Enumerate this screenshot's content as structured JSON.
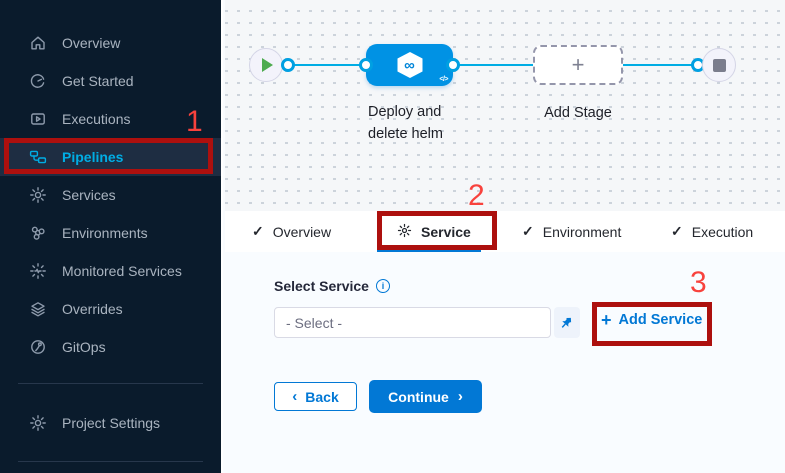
{
  "colors": {
    "sidebar_bg": "#0a1b2c",
    "sidebar_active_text": "#00ade4",
    "primary_blue": "#0278d5",
    "stage_node_blue": "#0092e4",
    "flow_line": "#00ade4",
    "annotation_red": "#ad100e",
    "annotation_number_red": "#f8423d",
    "play_green": "#4dab4f"
  },
  "sidebar": {
    "items": [
      {
        "label": "Overview",
        "icon": "home-icon",
        "active": false
      },
      {
        "label": "Get Started",
        "icon": "get-started-icon",
        "active": false
      },
      {
        "label": "Executions",
        "icon": "executions-icon",
        "active": false
      },
      {
        "label": "Pipelines",
        "icon": "pipelines-icon",
        "active": true
      },
      {
        "label": "Services",
        "icon": "services-icon",
        "active": false
      },
      {
        "label": "Environments",
        "icon": "environments-icon",
        "active": false
      },
      {
        "label": "Monitored Services",
        "icon": "monitored-services-icon",
        "active": false
      },
      {
        "label": "Overrides",
        "icon": "overrides-icon",
        "active": false
      },
      {
        "label": "GitOps",
        "icon": "gitops-icon",
        "active": false
      }
    ],
    "footer_item": {
      "label": "Project Settings",
      "icon": "gear-icon"
    }
  },
  "pipeline": {
    "stage_label": "Deploy and delete helm",
    "add_stage_label": "Add Stage"
  },
  "tabs": [
    {
      "label": "Overview",
      "state": "done"
    },
    {
      "label": "Service",
      "state": "active"
    },
    {
      "label": "Environment",
      "state": "done"
    },
    {
      "label": "Execution",
      "state": "done"
    }
  ],
  "form": {
    "select_service_label": "Select Service",
    "select_placeholder": "- Select -",
    "add_service_label": "Add Service",
    "back_label": "Back",
    "continue_label": "Continue"
  },
  "icons": {
    "check": "✓",
    "plus": "+",
    "info": "i",
    "infinity": "∞",
    "code": "</>",
    "chevron_left": "‹",
    "chevron_right": "›"
  },
  "annotations": [
    {
      "number": "1",
      "target": "Pipelines sidebar item"
    },
    {
      "number": "2",
      "target": "Service tab"
    },
    {
      "number": "3",
      "target": "Add Service button"
    }
  ]
}
